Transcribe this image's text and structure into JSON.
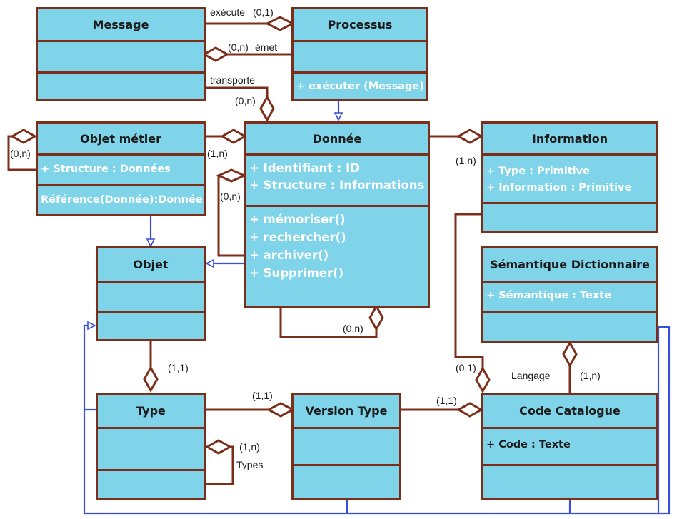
{
  "classes": {
    "message": {
      "name": "Message"
    },
    "processus": {
      "name": "Processus",
      "operations": [
        "+ exécuter (Message)"
      ]
    },
    "objet_metier": {
      "name": "Objet métier",
      "attributes": [
        "+ Structure : Données"
      ],
      "operations": [
        "Référence(Donnée):Donnée"
      ]
    },
    "donnee": {
      "name": "Donnée",
      "attributes": [
        "+ Identifiant : ID",
        "+ Structure : Informations"
      ],
      "operations": [
        "+ mémoriser()",
        "+ rechercher()",
        "+ archiver()",
        "+ Supprimer()"
      ]
    },
    "information": {
      "name": "Information",
      "attributes": [
        "+ Type : Primitive",
        "+ Information : Primitive"
      ]
    },
    "objet": {
      "name": "Objet"
    },
    "semantique": {
      "name": "Sémantique Dictionnaire",
      "attributes": [
        "+ Sémantique : Texte"
      ]
    },
    "type": {
      "name": "Type"
    },
    "version_type": {
      "name": "Version Type"
    },
    "code_catalogue": {
      "name": "Code Catalogue",
      "attributes": [
        "+ Code : Texte"
      ]
    }
  },
  "associations": {
    "executes": "exécute",
    "executes_mult": "(0,1)",
    "emits": "émet",
    "emits_mult": "(0,n)",
    "transports": "transporte",
    "transports_mult": "(0,n)",
    "objet_metier_self_mult": "(0,n)",
    "objet_metier_donnee_mult": "(1,n)",
    "donnee_self_mult": "(0,n)",
    "donnee_bottom_self_mult": "(0,n)",
    "donnee_information_mult": "(1,n)",
    "objet_type_mult": "(1,1)",
    "type_version_mult": "(1,1)",
    "version_code_mult": "(1,1)",
    "information_code_mult": "(0,1)",
    "language": "Langage",
    "language_mult": "(1,n)",
    "types": "Types",
    "types_mult": "(1,n)"
  },
  "colors": {
    "class_fill": "#7fd4ea",
    "class_border": "#7b2f1b",
    "association_line": "#7b2f1b",
    "generalization_line": "#3b4fd6",
    "attribute_text": "#ffffff"
  }
}
